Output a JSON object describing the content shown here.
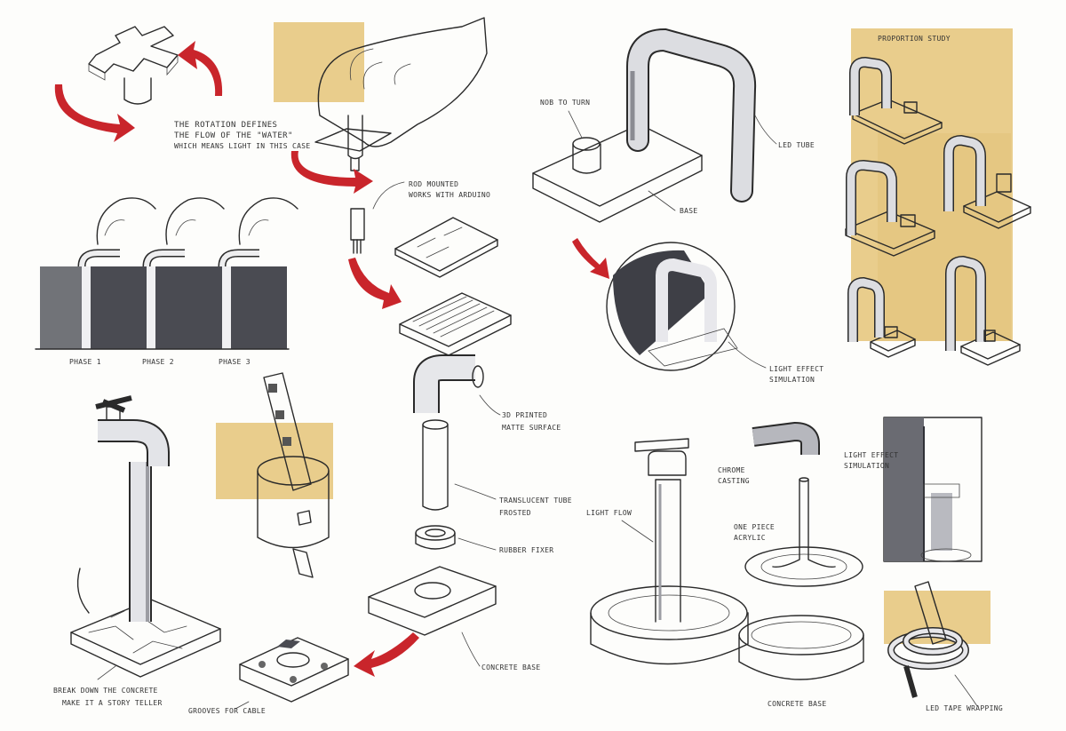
{
  "labels": {
    "rotation_note_1": "THE ROTATION DEFINES",
    "rotation_note_2": "THE FLOW OF THE \"WATER\"",
    "rotation_note_3": "WHICH MEANS LIGHT IN THIS CASE",
    "rod_mounted_1": "ROD MOUNTED",
    "rod_mounted_2": "WORKS WITH ARDUINO",
    "phase_1": "PHASE 1",
    "phase_2": "PHASE 2",
    "phase_3": "PHASE 3",
    "knob_to_turn": "NOB TO TURN",
    "led_tube": "LED TUBE",
    "base": "BASE",
    "light_effect_sim_1": "LIGHT EFFECT",
    "light_effect_sim_2": "SIMULATION",
    "proportion_study": "PROPORTION STUDY",
    "printed_1": "3D PRINTED",
    "printed_2": "MATTE SURFACE",
    "tube_1": "TRANSLUCENT TUBE",
    "tube_2": "FROSTED",
    "rubber_fixer": "RUBBER FIXER",
    "concrete_base": "CONCRETE BASE",
    "grooves": "GROOVES FOR CABLE",
    "break_down_1": "BREAK DOWN THE CONCRETE",
    "break_down_2": "MAKE IT A STORY TELLER",
    "chrome_casting_1": "CHROME",
    "chrome_casting_2": "CASTING",
    "light_flow": "LIGHT FLOW",
    "one_piece_1": "ONE PIECE",
    "one_piece_2": "ACRYLIC",
    "light_effect_sim2_1": "LIGHT EFFECT",
    "light_effect_sim2_2": "SIMULATION",
    "concrete_base_2": "CONCRETE BASE",
    "led_tape": "LED TAPE WRAPPING"
  },
  "colors": {
    "arrow_red": "#c9252b",
    "marker_grey": "#8c8d93",
    "marker_dark": "#4a4b52",
    "wood": "#e9cd8c"
  }
}
